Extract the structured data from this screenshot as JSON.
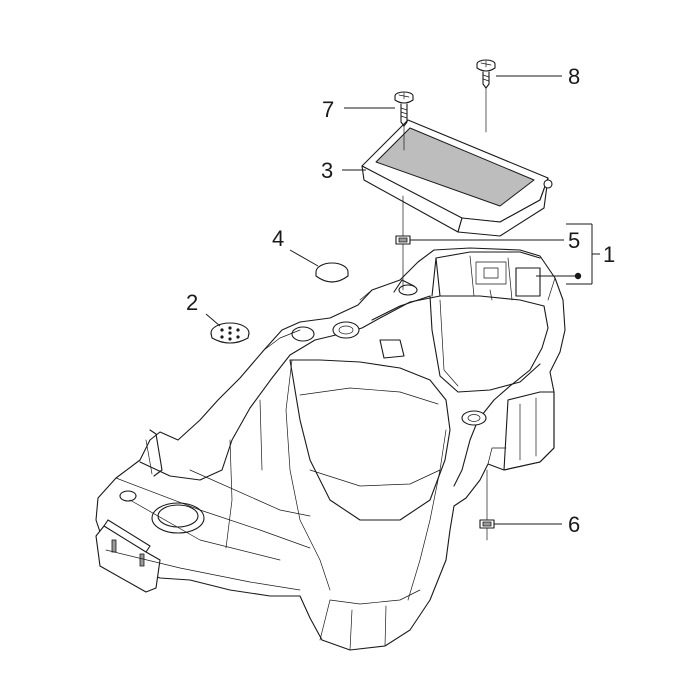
{
  "callouts": [
    {
      "id": "1",
      "text": "1",
      "part": "helmet-compartment"
    },
    {
      "id": "2",
      "text": "2",
      "part": "vented-rubber-plug"
    },
    {
      "id": "3",
      "text": "3",
      "part": "compartment-lid"
    },
    {
      "id": "4",
      "text": "4",
      "part": "rubber-plug"
    },
    {
      "id": "5",
      "text": "5",
      "part": "clip-nut"
    },
    {
      "id": "6",
      "text": "6",
      "part": "clip-nut"
    },
    {
      "id": "7",
      "text": "7",
      "part": "screw"
    },
    {
      "id": "8",
      "text": "8",
      "part": "screw"
    }
  ],
  "colors": {
    "line": "#1a1a1a",
    "fill_gray": "#bdbdbd",
    "background": "#ffffff"
  }
}
